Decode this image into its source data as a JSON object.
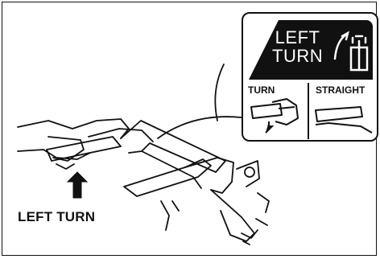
{
  "caption": "LEFT TURN",
  "placard": {
    "mode_line1": "LEFT",
    "mode_line2": "TURN",
    "option_turn": "TURN",
    "option_straight": "STRAIGHT"
  },
  "colors": {
    "ink": "#111111",
    "paper": "#ffffff"
  }
}
